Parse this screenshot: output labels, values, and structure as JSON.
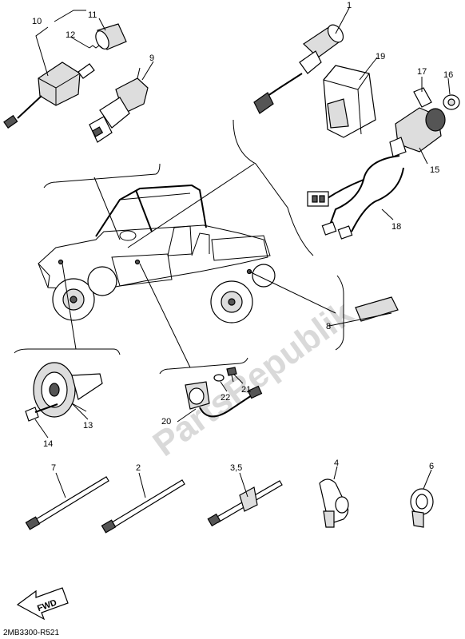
{
  "watermark": "PartsRepublik",
  "diagram_code": "2MB3300-R521",
  "fwd_label": "FWD",
  "callouts": {
    "c1": "1",
    "c2": "2",
    "c35": "3,5",
    "c4": "4",
    "c6": "6",
    "c7": "7",
    "c8": "8",
    "c9": "9",
    "c10": "10",
    "c11": "11",
    "c12": "12",
    "c13": "13",
    "c14": "14",
    "c15": "15",
    "c16": "16",
    "c17": "17",
    "c18": "18",
    "c19": "19",
    "c20": "20",
    "c21": "21",
    "c22": "22"
  }
}
